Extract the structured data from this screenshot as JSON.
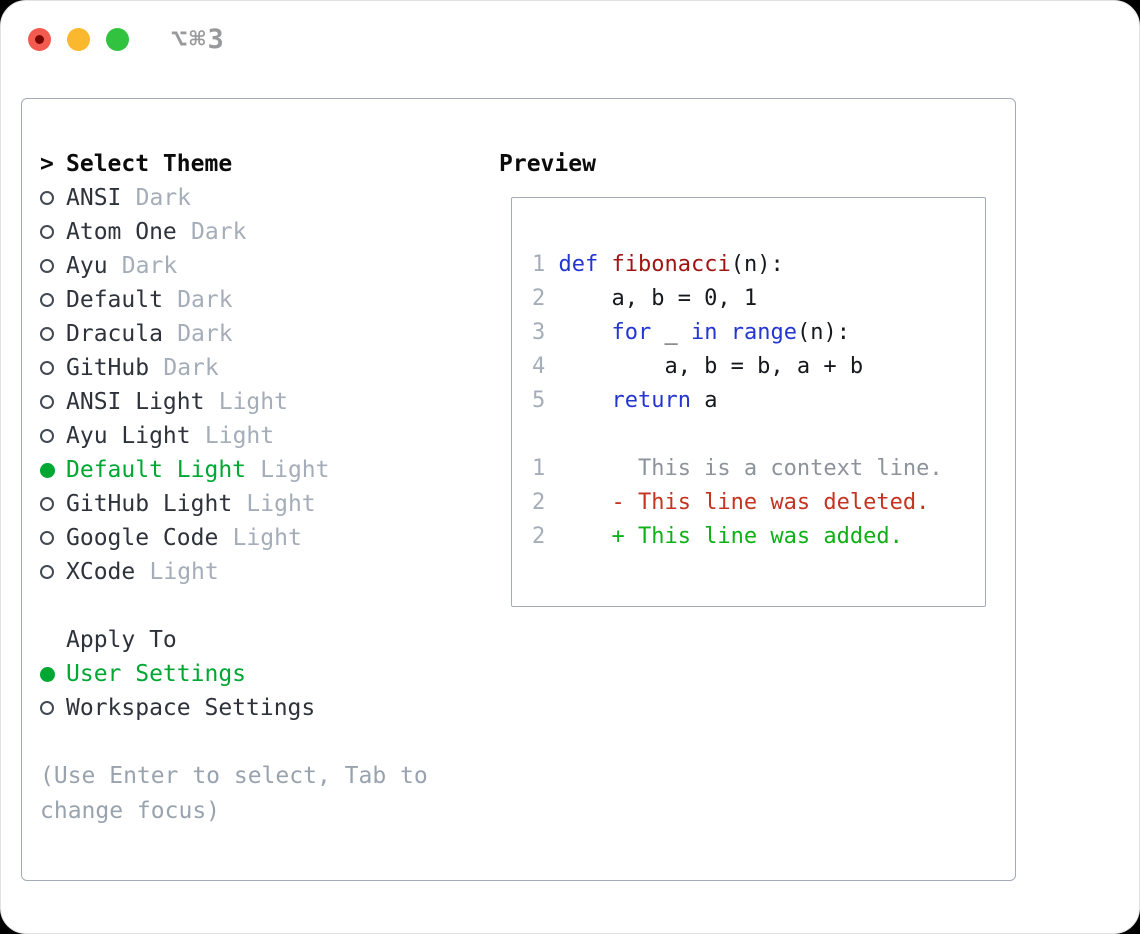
{
  "window": {
    "title": "⌥⌘3"
  },
  "colors": {
    "window_bg": "#ffffff",
    "panel_border": "#a2abb6",
    "heading_black": "#0b0b0b",
    "text_primary": "#2e333b",
    "muted_gray": "#a4adb8",
    "hint_gray": "#99a3ae",
    "context_gray": "#8d939b",
    "accent_green": "#00a733",
    "added_green": "#0db117",
    "removed_red": "#c53420",
    "keyword_blue": "#2336d2",
    "function_red": "#a01414",
    "title_gray": "#98999b",
    "light_red": "#f35b51",
    "light_red_dot": "#780703",
    "light_yellow": "#f9b82d",
    "light_green": "#31c33f"
  },
  "theme_picker": {
    "header": {
      "prefix": ">",
      "label": "Select Theme"
    },
    "themes": [
      {
        "name": "ANSI",
        "variant": "Dark",
        "selected": false
      },
      {
        "name": "Atom One",
        "variant": "Dark",
        "selected": false
      },
      {
        "name": "Ayu",
        "variant": "Dark",
        "selected": false
      },
      {
        "name": "Default",
        "variant": "Dark",
        "selected": false
      },
      {
        "name": "Dracula",
        "variant": "Dark",
        "selected": false
      },
      {
        "name": "GitHub",
        "variant": "Dark",
        "selected": false
      },
      {
        "name": "ANSI Light",
        "variant": "Light",
        "selected": false
      },
      {
        "name": "Ayu Light",
        "variant": "Light",
        "selected": false
      },
      {
        "name": "Default Light",
        "variant": "Light",
        "selected": true
      },
      {
        "name": "GitHub Light",
        "variant": "Light",
        "selected": false
      },
      {
        "name": "Google Code",
        "variant": "Light",
        "selected": false
      },
      {
        "name": "XCode",
        "variant": "Light",
        "selected": false
      }
    ],
    "apply_to": {
      "label": "Apply To",
      "options": [
        {
          "name": "User Settings",
          "selected": true
        },
        {
          "name": "Workspace Settings",
          "selected": false
        }
      ]
    },
    "hint_lines": [
      "(Use Enter to select, Tab to",
      "change focus)"
    ]
  },
  "preview": {
    "label": "Preview",
    "lines": [
      {
        "num": "1",
        "segments": [
          {
            "t": "def",
            "s": "keyword"
          },
          {
            "t": " ",
            "s": "plain"
          },
          {
            "t": "fibonacci",
            "s": "function"
          },
          {
            "t": "(n):",
            "s": "plain"
          }
        ]
      },
      {
        "num": "2",
        "segments": [
          {
            "t": "    a, b = 0, 1",
            "s": "plain"
          }
        ]
      },
      {
        "num": "3",
        "segments": [
          {
            "t": "    ",
            "s": "plain"
          },
          {
            "t": "for",
            "s": "keyword"
          },
          {
            "t": " _ ",
            "s": "plain"
          },
          {
            "t": "in",
            "s": "keyword"
          },
          {
            "t": " ",
            "s": "plain"
          },
          {
            "t": "range",
            "s": "keyword"
          },
          {
            "t": "(n):",
            "s": "plain"
          }
        ]
      },
      {
        "num": "4",
        "segments": [
          {
            "t": "        a, b = b, a + b",
            "s": "plain"
          }
        ]
      },
      {
        "num": "5",
        "segments": [
          {
            "t": "    ",
            "s": "plain"
          },
          {
            "t": "return",
            "s": "keyword"
          },
          {
            "t": " a",
            "s": "plain"
          }
        ]
      },
      {
        "num": "",
        "segments": []
      },
      {
        "num": "1",
        "segments": [
          {
            "t": "      This is a context line.",
            "s": "context"
          }
        ]
      },
      {
        "num": "2",
        "segments": [
          {
            "t": "    - This line was deleted.",
            "s": "removed"
          }
        ]
      },
      {
        "num": "2",
        "segments": [
          {
            "t": "    + This line was added.",
            "s": "added"
          }
        ]
      }
    ]
  }
}
